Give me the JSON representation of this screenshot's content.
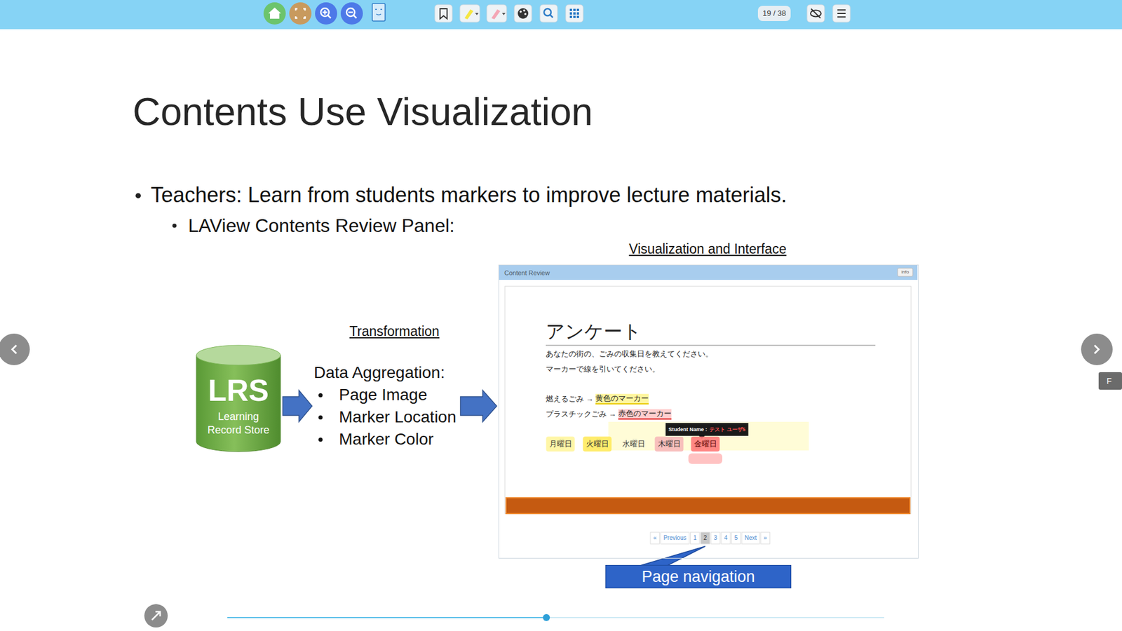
{
  "diagram": {
    "title": "Contents Use Visualization",
    "nodes": [
      {
        "text": [
          "LRS",
          "Learning Record Store"
        ]
      },
      {
        "text": [
          "Data Aggregation:",
          "Page Image",
          "Marker Location",
          "Marker Color"
        ]
      },
      {
        "text": [
          "Content Review"
        ]
      },
      {
        "text": [
          "Page navigation"
        ]
      }
    ],
    "edges": [
      {
        "from": 0,
        "to": 1,
        "arrow": "to"
      },
      {
        "from": 1,
        "to": 2,
        "arrow": "to"
      }
    ],
    "labels": [
      "19 / 38",
      "Teachers: Learn from students markers to improve lecture materials.",
      "LAView Contents Review Panel:",
      "Visualization and Interface",
      "Transformation",
      "info",
      "アンケート",
      "あなたの街の、ごみの収集日を教えてください。",
      "マーカーで線を引いてください。",
      "燃えるごみ →",
      "黄色のマーカー",
      "プラスチックごみ →",
      "赤色のマーカー",
      "Student Name :",
      "テスト ユーザ5",
      "月曜日",
      "火曜日",
      "水曜日",
      "木曜日",
      "金曜日",
      "«",
      "Previous",
      "1",
      "2",
      "3",
      "4",
      "5",
      "Next",
      "»",
      "F"
    ]
  }
}
